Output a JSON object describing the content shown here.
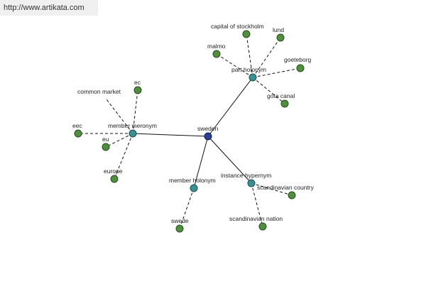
{
  "url": "http://www.artikata.com",
  "colors": {
    "leaf": "#4f8f3e",
    "hub": "#3a8f93",
    "root": "#2f3f8f"
  },
  "nodes": {
    "sweden": "sweden",
    "part_holonym": "part holonym",
    "member_meronym": "member meronym",
    "member_holonym": "member holonym",
    "instance_hypernym": "instance hypernym",
    "capital_of_stockholm": "capital of stockholm",
    "lund": "lund",
    "malmo": "malmo",
    "goeteborg": "goeteborg",
    "gota_canal": "gota canal",
    "ec": "ec",
    "common_market": "common market",
    "eec": "eec",
    "eu": "eu",
    "europe": "europe",
    "swede": "swede",
    "scandinavian_country": "scandinavian country",
    "scandinavian_nation": "scandinavian nation"
  }
}
